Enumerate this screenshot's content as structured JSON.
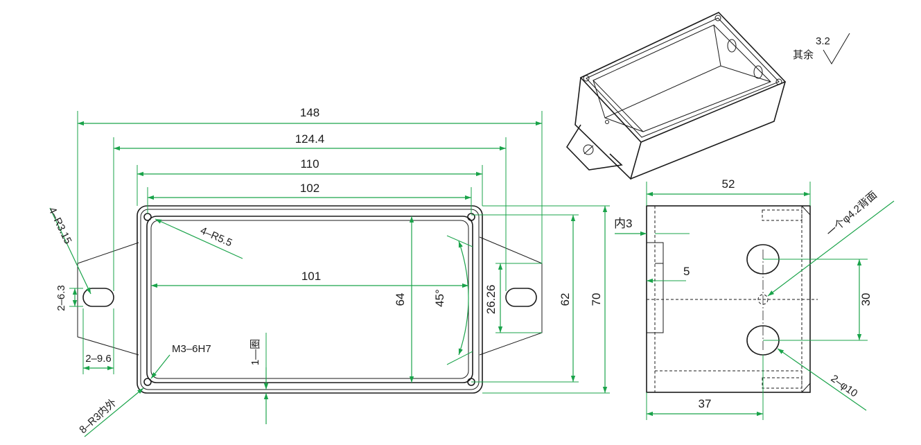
{
  "colors": {
    "dimension": "#1aa34a",
    "outline": "#1a1a1a",
    "background": "#ffffff"
  },
  "plan": {
    "dim_148": "148",
    "dim_124_4": "124.4",
    "dim_110": "110",
    "dim_102": "102",
    "dim_101": "101",
    "dim_64": "64",
    "dim_62": "62",
    "dim_70": "70",
    "dim_26_26": "26.26",
    "angle_45": "45°",
    "corner_radius_4_r3_15": "4–R3.15",
    "corner_radius_4_r5_5": "4–R5.5",
    "slot_width": "2–6.3",
    "slot_length": "2–9.6",
    "thread_note": "M3–6H7",
    "groove_note": "1—圈",
    "radius_8_r3": "8–R3内外"
  },
  "side": {
    "dim_52": "52",
    "dim_37": "37",
    "dim_30": "30",
    "dim_5": "5",
    "inner_3": "内3",
    "back_hole_note": "一个φ4.2背面",
    "holes_note": "2–φ10"
  },
  "iso": {
    "roughness_note": "其余",
    "roughness_value": "3.2"
  }
}
